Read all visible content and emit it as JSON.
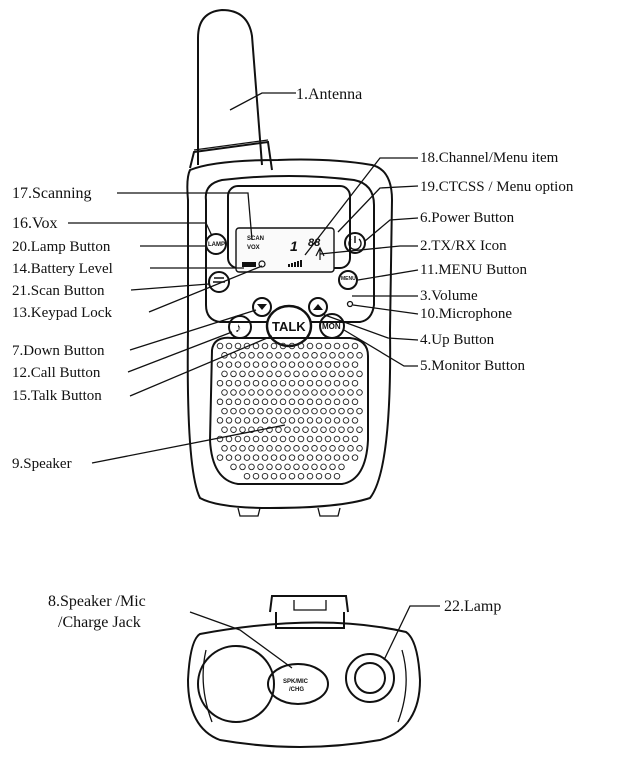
{
  "labels": {
    "antenna": "1.Antenna",
    "channel_menu_item": "18.Channel/Menu item",
    "scanning": "17.Scanning",
    "ctcss_menu_option": "19.CTCSS / Menu option",
    "vox": "16.Vox",
    "power_button": "6.Power Button",
    "lamp_button": "20.Lamp Button",
    "tx_rx_icon": "2.TX/RX Icon",
    "battery_level": "14.Battery Level",
    "menu_button": "11.MENU  Button",
    "scan_button": "21.Scan Button",
    "volume": "3.Volume",
    "keypad_lock": "13.Keypad Lock",
    "microphone": "10.Microphone",
    "up_button": "4.Up Button",
    "down_button": "7.Down Button",
    "monitor_button": "5.Monitor Button",
    "call_button": "12.Call Button",
    "talk_button": "15.Talk Button",
    "speaker": "9.Speaker",
    "speaker_mic_jack_line1": "8.Speaker /Mic",
    "speaker_mic_jack_line2": "/Charge Jack",
    "lamp": "22.Lamp"
  },
  "device_text": {
    "lcd_scan": "SCAN",
    "lcd_vox": "VOX",
    "lcd_channel": "88",
    "lcd_digit": "1",
    "talk": "TALK",
    "mon": "MON",
    "lamp_btn": "LAMP",
    "menu_btn": "MENU",
    "jack_line1": "SPK/MIC",
    "jack_line2": "/CHG"
  }
}
